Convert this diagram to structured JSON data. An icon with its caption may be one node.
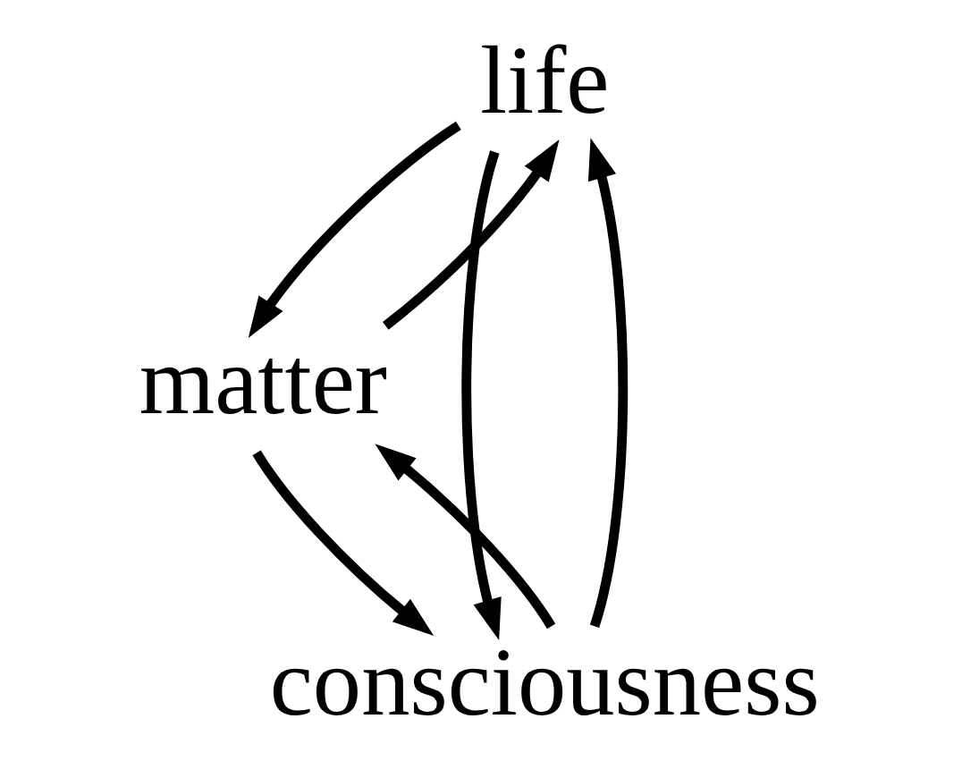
{
  "diagram": {
    "nodes": [
      {
        "text": [
          "life"
        ]
      },
      {
        "text": [
          "matter"
        ]
      },
      {
        "text": [
          "consciousness"
        ]
      }
    ],
    "edges": [
      {
        "from": 0,
        "to": 1,
        "arrow": "to"
      },
      {
        "from": 1,
        "to": 0,
        "arrow": "to"
      },
      {
        "from": 1,
        "to": 2,
        "arrow": "to"
      },
      {
        "from": 2,
        "to": 1,
        "arrow": "to"
      },
      {
        "from": 0,
        "to": 2,
        "arrow": "to"
      },
      {
        "from": 2,
        "to": 0,
        "arrow": "to"
      }
    ]
  }
}
